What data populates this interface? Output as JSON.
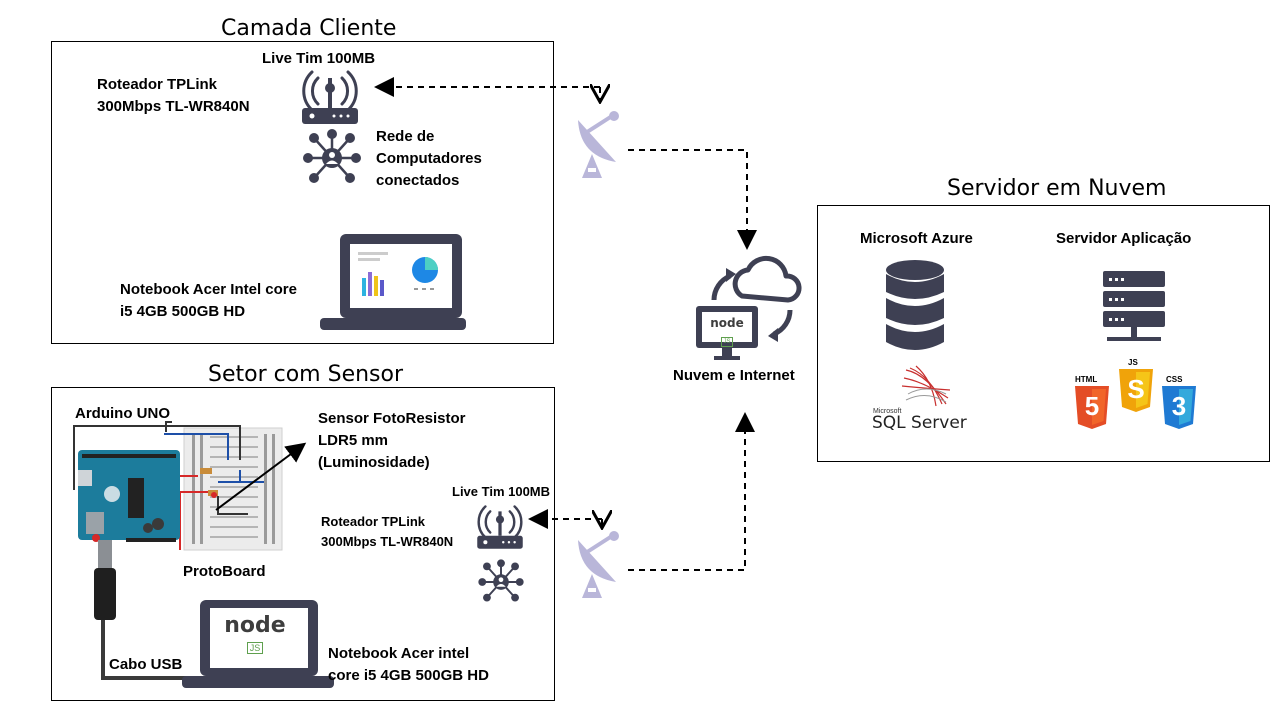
{
  "client": {
    "title": "Camada Cliente",
    "internet_label": "Live Tim 100MB",
    "router_lines": [
      "Roteador TPLink",
      "300Mbps TL-WR840N"
    ],
    "network_lines": [
      "Rede de",
      "Computadores",
      "conectados"
    ],
    "notebook_lines": [
      "Notebook Acer Intel core",
      "i5 4GB 500GB HD"
    ]
  },
  "sensor": {
    "title": "Setor com Sensor",
    "arduino_label": "Arduino UNO",
    "sensor_lines": [
      "Sensor FotoResistor",
      "LDR5 mm",
      "(Luminosidade)"
    ],
    "internet_label": "Live Tim 100MB",
    "router_lines": [
      "Roteador TPLink",
      "300Mbps TL-WR840N"
    ],
    "protoboard_label": "ProtoBoard",
    "cable_label": "Cabo USB",
    "notebook_lines": [
      "Notebook Acer intel",
      "core i5 4GB 500GB HD"
    ]
  },
  "cloud": {
    "label": "Nuvem e Internet",
    "node_text": "node",
    "js_text": "JS"
  },
  "server": {
    "title": "Servidor em Nuvem",
    "azure_label": "Microsoft Azure",
    "app_label": "Servidor Aplicação",
    "sql_brand": "Microsoft",
    "sql_name": "SQL Server",
    "html_label": "HTML",
    "js_label": "JS",
    "css_label": "CSS",
    "html_num": "5",
    "js_num": "S",
    "css_num": "3"
  },
  "colors": {
    "icon_gray": "#3e4053",
    "dish_lavender": "#b9b6d9",
    "html_orange": "#e44d26",
    "js_yellow": "#f0a30a",
    "css_blue": "#1f7ad3",
    "node_green": "#8cc84b",
    "arduino_teal": "#1c7c9c"
  }
}
